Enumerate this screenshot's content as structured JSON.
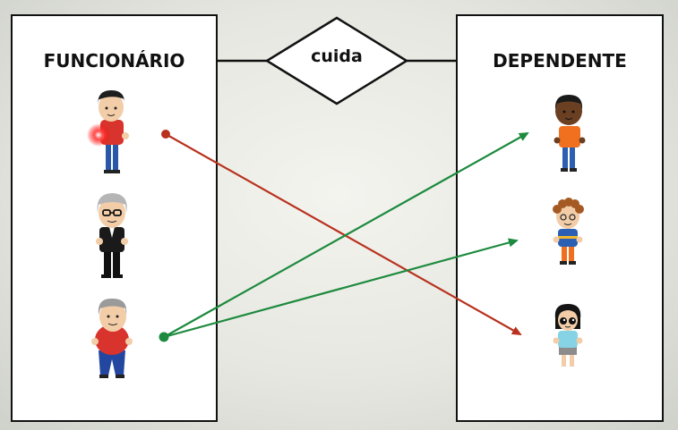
{
  "entities": {
    "left": {
      "title": "FUNCIONÁRIO"
    },
    "right": {
      "title": "DEPENDENTE"
    }
  },
  "relationship": {
    "label": "cuida"
  },
  "colors": {
    "red_line": "#b8321f",
    "green_line": "#1d8a3e",
    "box_border": "#111111"
  },
  "people": {
    "employees": [
      "employee-red-shirt",
      "employee-gray-hair-glasses",
      "employee-elderly-red-shirt"
    ],
    "dependents": [
      "dependent-orange-shirt",
      "dependent-curly-hair",
      "dependent-girl"
    ]
  }
}
